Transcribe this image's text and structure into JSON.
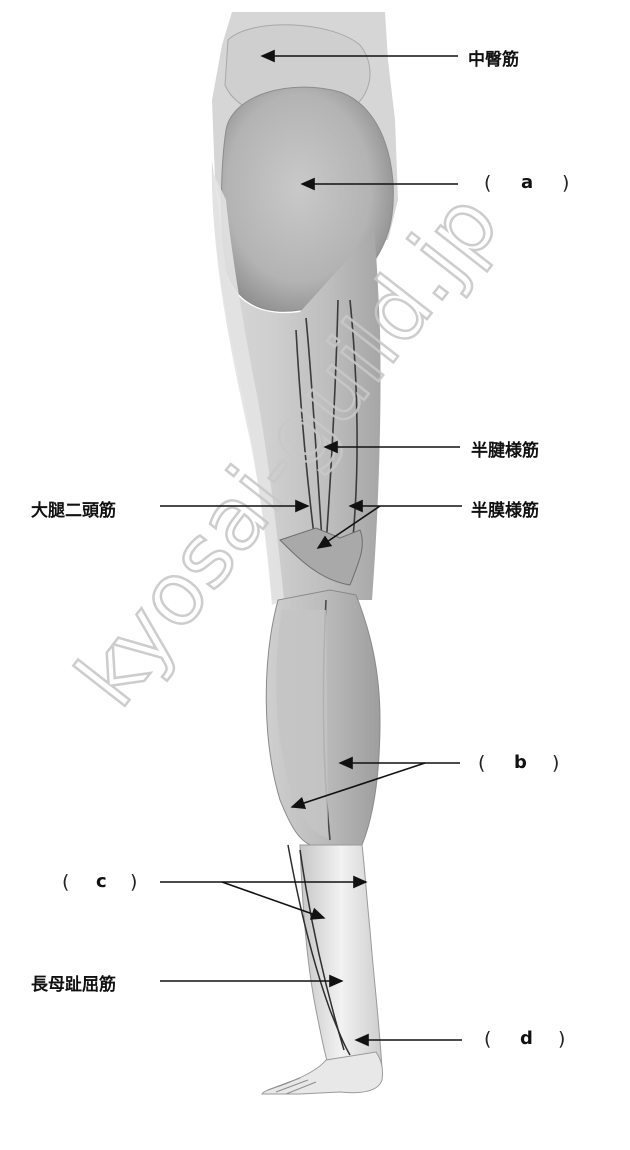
{
  "labels": {
    "gluteus_medius": "中臀筋",
    "semitendinosus": "半腱様筋",
    "biceps_femoris": "大腿二頭筋",
    "semimembranosus": "半膜様筋",
    "flexor_hallucis_longus": "長母趾屈筋"
  },
  "blanks": {
    "a": "a",
    "b": "b",
    "c": "c",
    "d": "d",
    "open": "(",
    "close": ")"
  },
  "watermark": "kyosai-guild.jp",
  "colors": {
    "line": "#111111",
    "muscle_light": "#e6e6e6",
    "muscle_mid": "#c8c8c8",
    "muscle_dark": "#8f8f8f",
    "watermark": "#d9d9d9"
  }
}
